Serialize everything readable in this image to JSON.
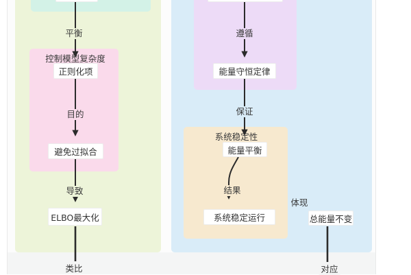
{
  "diagram": {
    "left_flow": {
      "subgraph_titles": {
        "model_complexity": "控制模型复杂度"
      },
      "nodes": {
        "regularization": "正则化项",
        "avoid_overfitting": "避免过拟合",
        "elbo_max": "ELBO最大化"
      },
      "edge_labels": {
        "balance": "平衡",
        "purpose": "目的",
        "leads_to": "导致",
        "analogy": "类比"
      }
    },
    "right_flow": {
      "subgraph_titles": {
        "system_stability": "系统稳定性"
      },
      "nodes": {
        "energy_conservation": "能量守恒定律",
        "energy_balance": "能量平衡",
        "stable_operation": "系统稳定运行",
        "total_energy_constant": "总能量不变"
      },
      "edge_labels": {
        "follows": "遵循",
        "guarantees": "保证",
        "result": "结果",
        "embodies": "体现",
        "corresponds": "对应"
      }
    },
    "colors": {
      "green_region": "#edf4d9",
      "cyan_region": "#d3f2e7",
      "pink_region": "#fadaeb",
      "blue_region": "#d9ecf8",
      "purple_region": "#eddbf7",
      "orange_region": "#f7e9cf",
      "bottom_band": "#f4f5f5",
      "node_background": "#ffffff",
      "arrow": "#2b2b2b",
      "text": "#333333"
    }
  }
}
